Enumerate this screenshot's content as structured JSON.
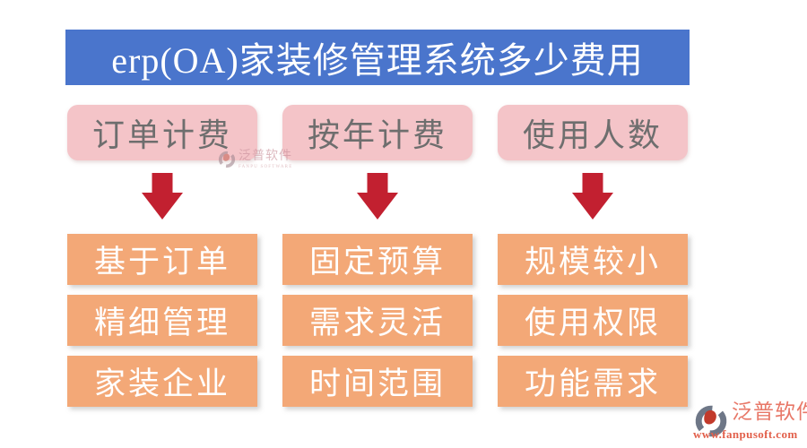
{
  "page": {
    "title": "erp(OA)家装修管理系统多少费用"
  },
  "columns": [
    {
      "header": "订单计费",
      "items": [
        "基于订单",
        "精细管理",
        "家装企业"
      ]
    },
    {
      "header": "按年计费",
      "items": [
        "固定预算",
        "需求灵活",
        "时间范围"
      ]
    },
    {
      "header": "使用人数",
      "items": [
        "规模较小",
        "使用权限",
        "功能需求"
      ]
    }
  ],
  "watermark": {
    "brand": "泛普软件",
    "brand_sub": "FANPU SOFTWARE"
  },
  "footer": {
    "brand": "泛普软件",
    "url": "www.fanpusoft.com"
  },
  "colors": {
    "title_bg": "#4a75cc",
    "title_text": "#ffffff",
    "category_box_bg": "#f4c4c8",
    "category_box_text": "#6e6e6e",
    "item_box_bg": "#f3a877",
    "item_box_text": "#ffffff",
    "arrow": "#c22030",
    "logo_gray": "#6e7787",
    "logo_red": "#c23a2b",
    "footer_brand_text": "#e87868",
    "footer_url_text": "#e2604b"
  }
}
